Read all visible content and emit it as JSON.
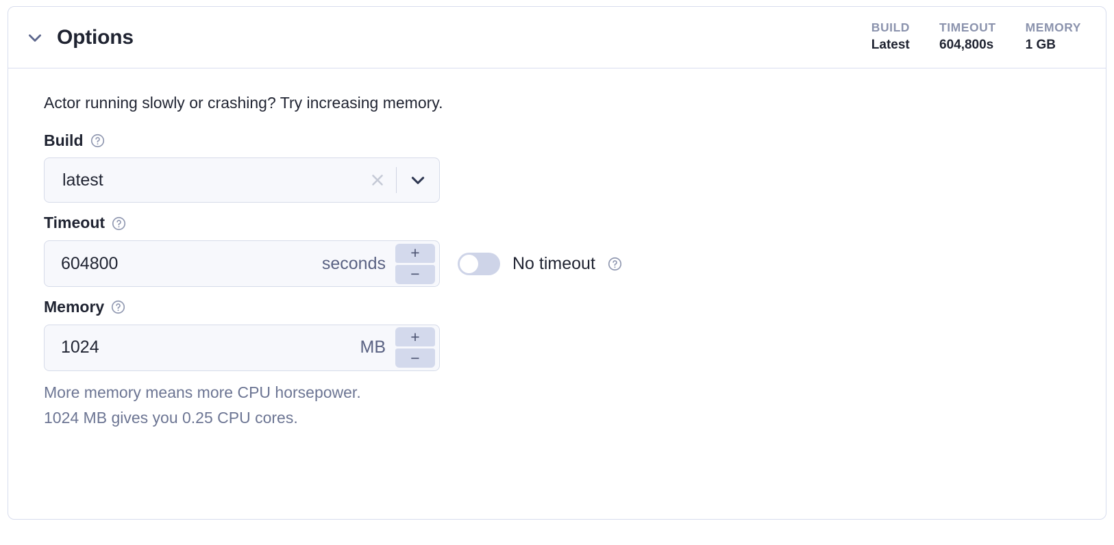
{
  "panel": {
    "title": "Options",
    "collapse_icon": "chevron-down-icon",
    "stats": [
      {
        "label": "BUILD",
        "value": "Latest"
      },
      {
        "label": "TIMEOUT",
        "value": "604,800s"
      },
      {
        "label": "MEMORY",
        "value": "1 GB"
      }
    ]
  },
  "body": {
    "intro": "Actor running slowly or crashing? Try increasing memory.",
    "build": {
      "label": "Build",
      "help_icon": "help-circle-icon",
      "value": "latest",
      "clear_icon": "close-icon",
      "caret_icon": "chevron-down-icon"
    },
    "timeout": {
      "label": "Timeout",
      "help_icon": "help-circle-icon",
      "value": "604800",
      "unit": "seconds",
      "increment_label": "+",
      "decrement_label": "−",
      "no_timeout": {
        "label": "No timeout",
        "help_icon": "help-circle-icon",
        "enabled": "false"
      }
    },
    "memory": {
      "label": "Memory",
      "help_icon": "help-circle-icon",
      "value": "1024",
      "unit": "MB",
      "increment_label": "+",
      "decrement_label": "−",
      "hint_line1": "More memory means more CPU horsepower.",
      "hint_line2": "1024 MB gives you 0.25 CPU cores."
    }
  },
  "colors": {
    "card_border": "#d7dced",
    "field_bg": "#f7f8fc",
    "field_border": "#d6dbe9",
    "stepper_bg": "#d3d9ec",
    "toggle_track": "#ced4e8",
    "text_primary": "#1f2331",
    "text_muted": "#6c7593",
    "stat_label": "#8b93ad"
  }
}
